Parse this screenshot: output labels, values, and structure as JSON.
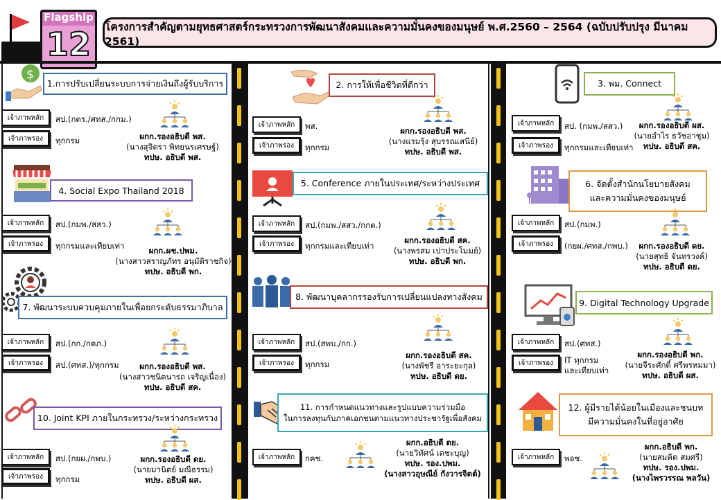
{
  "header": {
    "badge_label": "Flagship",
    "badge_number": "12",
    "title": "โครงการสำคัญตามยุทธศาสตร์กระทรวงการพัฒนาสังคมและความมั่นคงของมนุษย์ พ.ศ.2560 – 2564 (ฉบับปรับปรุง มีนาคม 2561)"
  },
  "labels": {
    "main": "เจ้าภาพหลัก",
    "co": "เจ้าภาพรอง"
  },
  "items": [
    {
      "title": "1.การปรับเปลี่ยนระบบการจ่ายเงินถึงผู้รับบริการ",
      "main": "สป.(กตร./ศทส./กกม.)",
      "co": "ทุกกรม",
      "resp": [
        "ผกก.รองอธิบดี พส.",
        "(นางสุจิตรา พิทยนรเศรษฐ์)",
        "ทปษ. อธิบดี พส."
      ]
    },
    {
      "title": "2. การให้เพื่อชีวิตที่ดีกว่า",
      "main": "พส.",
      "co": "ทุกกรม",
      "resp": [
        "ผกก.รองอธิบดี พส.",
        "(นางแรมรุ้ง สุบรรณเสนีย์)",
        "ทปษ. อธิบดี พส."
      ]
    },
    {
      "title": "3. พม. Connect",
      "main": "สป. (กมพ./สสว.)",
      "co": "ทุกกรมและเทียบเท่า",
      "resp": [
        "ผกก.รองอธิบดี ผส.",
        "(นายอำไร ธวัชอาชุม)",
        "ทปษ. อธิบดี สค."
      ]
    },
    {
      "title": "4. Social Expo Thailand 2018",
      "main": "สป.(กมพ./สสว.)",
      "co": "ทุกกรมและเทียบเท่า",
      "resp": [
        "ผกก.ผช.ปพม.",
        "(นางสาวสราญภัทร อนุมัติราชกิจ)",
        "ทปษ. อธิบดี พก."
      ]
    },
    {
      "title": "5. Conference ภายในประเทศ/ระหว่างประเทศ",
      "main": "สป.(กมพ./สสว./กกต.)",
      "co": "ทุกกรมและเทียบเท่า",
      "resp": [
        "ผกก.รองอธิบดี สค.",
        "(นางพรสม เปาประโมมย์)",
        "ทปษ. อธิบดี พก."
      ]
    },
    {
      "title": "6. จัดตั้งสำนักนโยบายสังคม",
      "title2": "และความมั่นคงของมนุษย์",
      "main": "สป.(กมพ.)",
      "co": "(กยผ./ศทส./กพบ.)",
      "resp": [
        "ผกก.รองอธิบดี ดย.",
        "(นายสุทธิ จันทรวงค์)",
        "ทปษ. อธิบดี ดย."
      ]
    },
    {
      "title": "7. พัฒนาระบบควบคุมภายในเพื่อยกระดับธรรมาภิบาล",
      "main": "สป.(กก./กตภ.)",
      "co": "สป.(ศทส.)/ทุกกรม",
      "resp": [
        "ผกก.รองอธิบดี พส.",
        "(นางสาวชนิตนารถ เจริญเนื่อง)",
        "ทปษ. อธิบดี สค."
      ]
    },
    {
      "title": "8. พัฒนาบุคลากรรองรับการเปลี่ยนแปลงทางสังคม",
      "main": "สป.(สพบ./กก.)",
      "co": "ทุกกรม",
      "resp": [
        "ผกก.รองอธิบดี สค.",
        "(นางพัชรี อาระยะกุล)",
        "ทปษ. อธิบดี ดย."
      ]
    },
    {
      "title": "9. Digital Technology Upgrade",
      "main": "สป.(ศทส.)",
      "co": "IT ทุกกรม",
      "co2": "และเทียบเท่า",
      "resp": [
        "ผกก.รองอธิบดี พก.",
        "(นายจีระศักดิ์ ศรีพรหมมา)",
        "ทปษ. อธิบดี ผส."
      ]
    },
    {
      "title": "10. Joint KPI ภายในกระทรวง/ระหว่างกระทรวง",
      "main": "สป.(กยผ./กพบ.)",
      "co": "ทุกกรม",
      "resp": [
        "ผกก.รองอธิบดี ดย.",
        "(นายมานิตย์ มณีธรรม)",
        "ทปษ. อธิบดี ผส."
      ]
    },
    {
      "title": "11. การกำหนดแนวทางและรูปแบบความร่วมมือ",
      "title2": "ในการลงทุนกับภาคเอกชนตามแนวทางประชารัฐเพื่อสังคม",
      "main": "กคช.",
      "resp": [
        "ผกก.อธิบดี ดย.",
        "(นายวิทัศน์ เตชะบุญ)",
        "ทปษ. รอง.ปพม.",
        "(นางสาวอุษณีย์ กังวารจิตต์)"
      ]
    },
    {
      "title": "12. ผู้มีรายได้น้อยในเมืองและชนบท",
      "title2": "มีความมั่นคงในที่อยู่อาศัย",
      "main": "พอช.",
      "resp": [
        "ผกก.อธิบดี พก.",
        "(นายสมคิด สมศรี)",
        "ทปษ. รอง.ปพม.",
        "(นางไพรวรรณ พลวัน)"
      ]
    }
  ],
  "colors": {
    "accent_pink": "#d673bd",
    "title_bg": "#fbe5e9",
    "road": "#111111",
    "road_dash": "#f2c21a"
  }
}
